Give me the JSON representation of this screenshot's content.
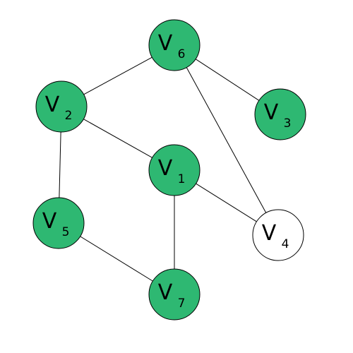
{
  "colors": {
    "colored_node": "#2eb872",
    "uncolored_node": "#ffffff",
    "edge": "#000000"
  },
  "nodes": [
    {
      "id": "v6",
      "letter": "V",
      "sub": "6",
      "colored": true
    },
    {
      "id": "v2",
      "letter": "V",
      "sub": "2",
      "colored": true
    },
    {
      "id": "v3",
      "letter": "V",
      "sub": "3",
      "colored": true
    },
    {
      "id": "v1",
      "letter": "V",
      "sub": "1",
      "colored": true
    },
    {
      "id": "v5",
      "letter": "V",
      "sub": "5",
      "colored": true
    },
    {
      "id": "v4",
      "letter": "V",
      "sub": "4",
      "colored": false
    },
    {
      "id": "v7",
      "letter": "V",
      "sub": "7",
      "colored": true
    }
  ],
  "edges": [
    {
      "from": "v6",
      "to": "v2"
    },
    {
      "from": "v6",
      "to": "v3"
    },
    {
      "from": "v6",
      "to": "v4"
    },
    {
      "from": "v2",
      "to": "v1"
    },
    {
      "from": "v2",
      "to": "v5"
    },
    {
      "from": "v1",
      "to": "v4"
    },
    {
      "from": "v1",
      "to": "v7"
    },
    {
      "from": "v5",
      "to": "v7"
    }
  ]
}
